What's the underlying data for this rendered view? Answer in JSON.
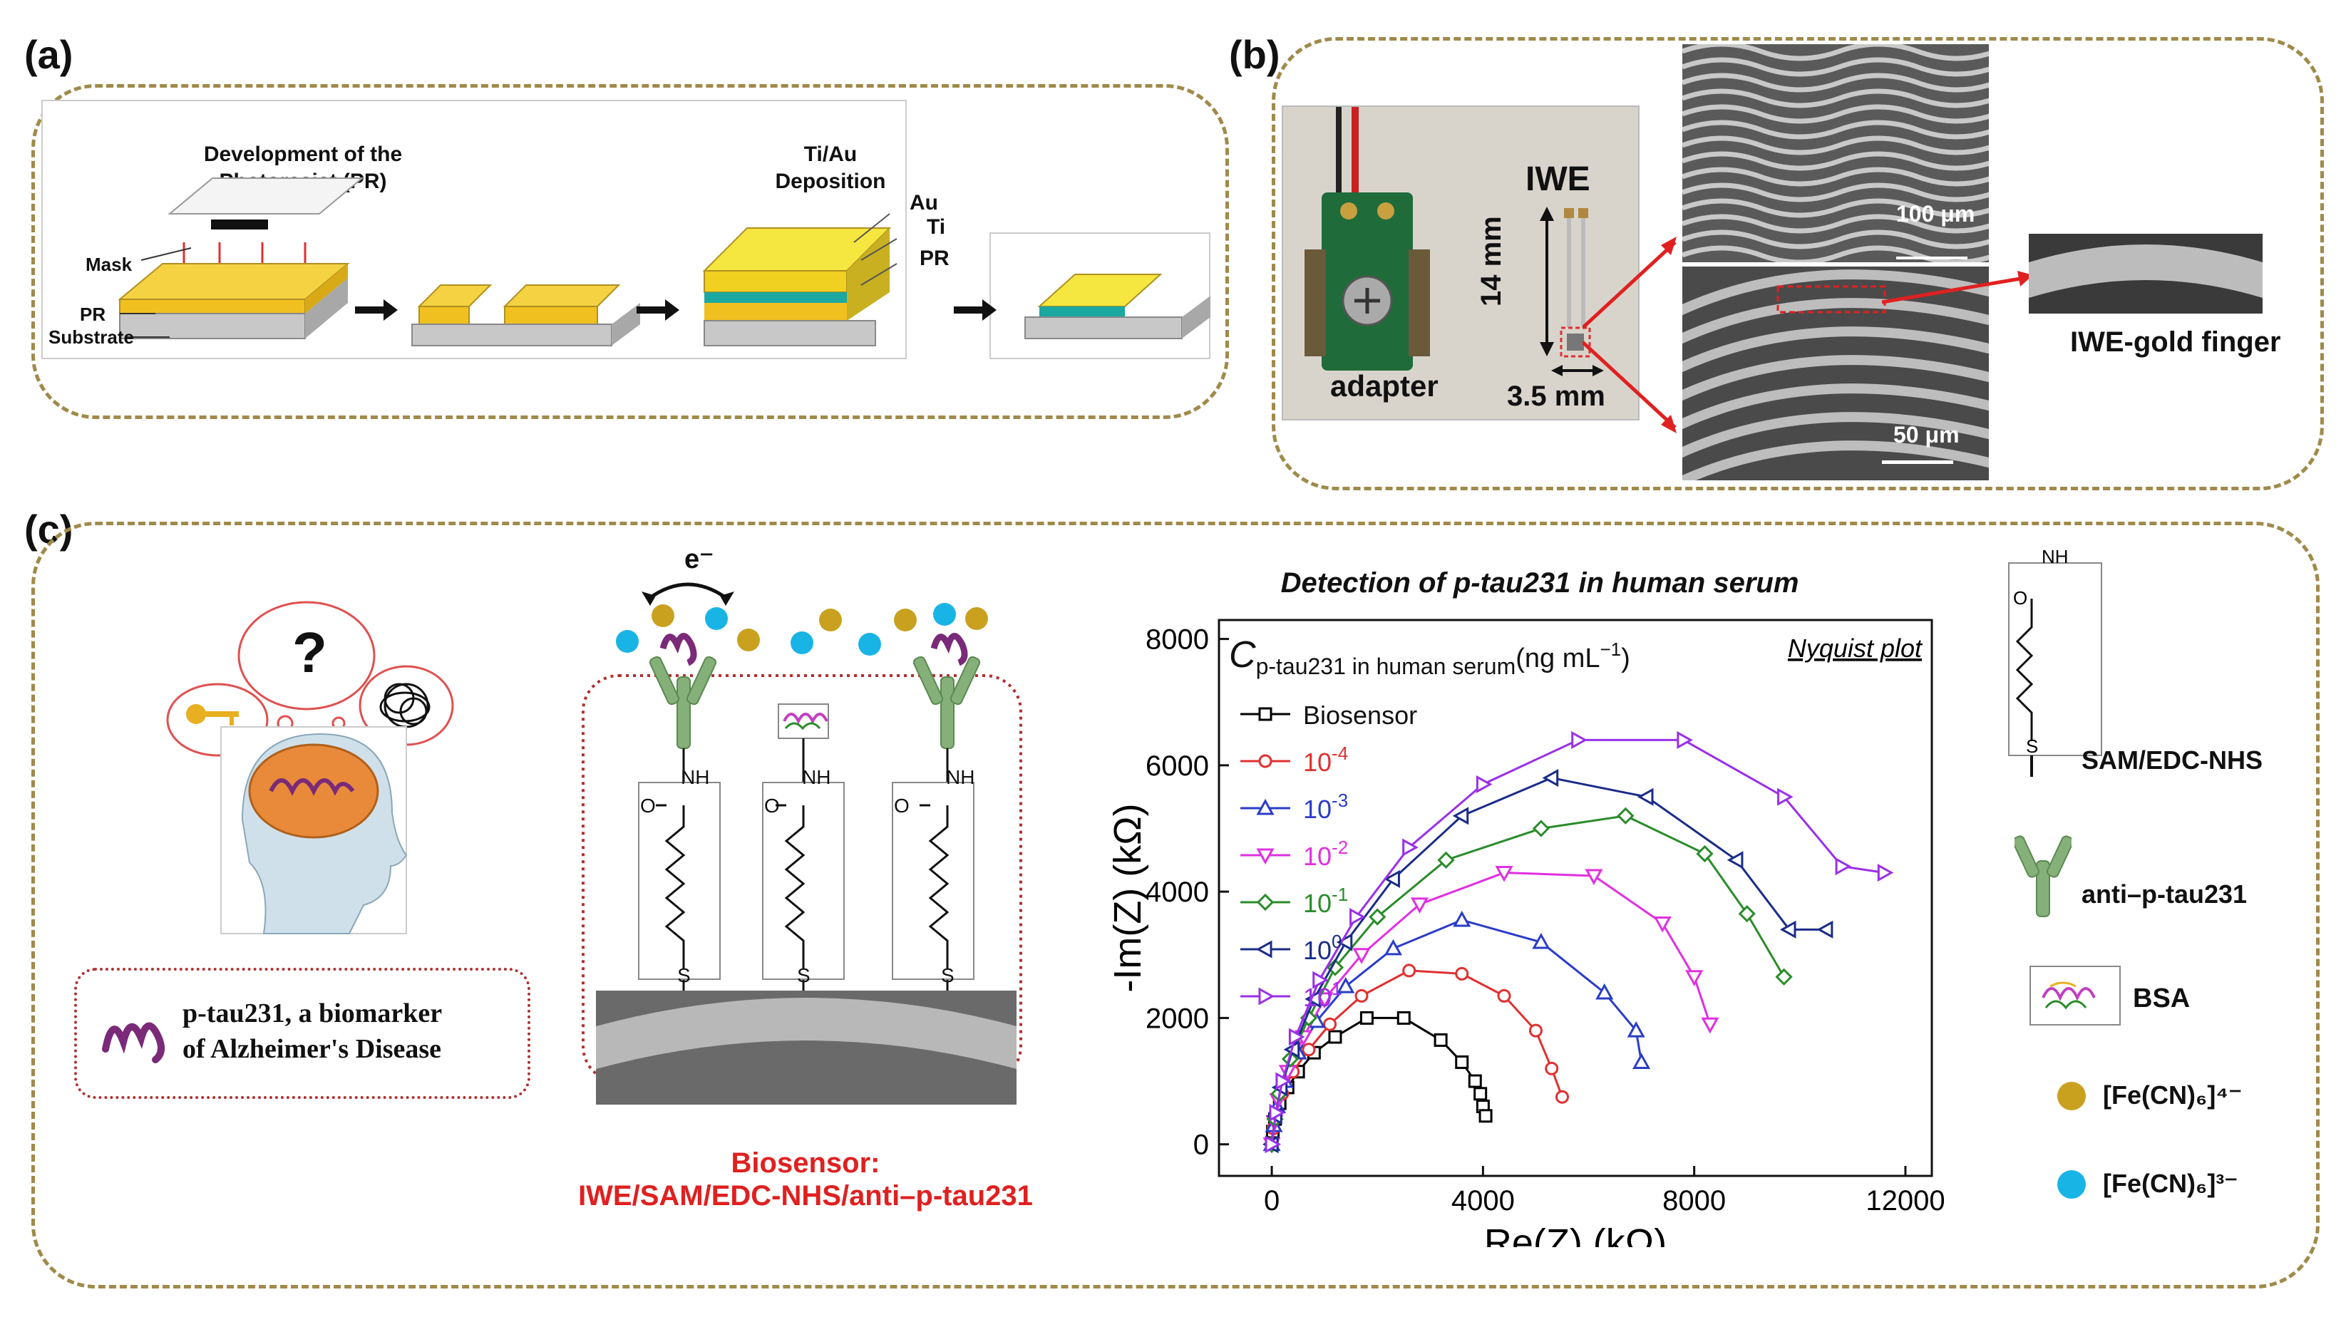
{
  "panels": {
    "a": {
      "label": "(a)",
      "step1_title": "Development of the Photoresist (PR)",
      "step3_title": "Ti/Au Deposition",
      "labels": {
        "mask": "Mask",
        "pr": "PR",
        "substrate": "Substrate",
        "au": "Au",
        "ti": "Ti",
        "pr2": "PR"
      }
    },
    "b": {
      "label": "(b)",
      "adapter_label": "adapter",
      "iwe_label": "IWE",
      "dim_height": "14 mm",
      "dim_width": "3.5 mm",
      "scale_100": "100 μm",
      "scale_50": "50 μm",
      "finger_label": "IWE-gold finger"
    },
    "c": {
      "label": "(c)",
      "question_mark": "?",
      "biomarker_line1": "p-tau231, a biomarker",
      "biomarker_line2": "of Alzheimer's Disease",
      "electron": "e⁻",
      "chem": {
        "nh": "NH",
        "o": "O",
        "s": "S"
      },
      "biosensor_title": "Biosensor:",
      "biosensor_desc": "IWE/SAM/EDC-NHS/anti–p-tau231",
      "legend_items": {
        "sam": "SAM/EDC-NHS",
        "anti": "anti–p-tau231",
        "bsa": "BSA",
        "fe4": "[Fe(CN)₆]⁴⁻",
        "fe3": "[Fe(CN)₆]³⁻"
      }
    }
  },
  "colors": {
    "panel_border": "#a08a4a",
    "gold": "#c9a11e",
    "cyan": "#19b4e6",
    "antibody": "#86b07a",
    "ptau": "#7a2a78",
    "red_text": "#e02020",
    "brain": "#e88a3a"
  },
  "chart_data": {
    "type": "scatter",
    "title": "Detection of p-tau231 in human serum",
    "annotation": "Nyquist plot",
    "legend_title_c": "C",
    "legend_title_sub": "p-tau231 in human serum",
    "legend_title_unit": "(ng mL",
    "legend_title_sup": "−1",
    "legend_title_close": ")",
    "xlabel": "Re(Z) (kΩ)",
    "ylabel": "-Im(Z) (kΩ)",
    "xlim": [
      -1000,
      12500
    ],
    "ylim": [
      -500,
      8300
    ],
    "xticks": [
      0,
      4000,
      8000,
      12000
    ],
    "yticks": [
      0,
      2000,
      4000,
      6000,
      8000
    ],
    "xtick_labels": [
      "0",
      "4000",
      "8000",
      "12000"
    ],
    "ytick_labels": [
      "0",
      "2000",
      "4000",
      "6000",
      "8000"
    ],
    "series": [
      {
        "name": "Biosensor",
        "base": "Biosensor",
        "exp": "",
        "color": "#000000",
        "marker": "square",
        "x": [
          0,
          20,
          60,
          150,
          300,
          500,
          800,
          1200,
          1800,
          2500,
          3200,
          3600,
          3850,
          3950,
          4000,
          4050
        ],
        "y": [
          0,
          200,
          400,
          650,
          900,
          1150,
          1450,
          1700,
          2000,
          2000,
          1650,
          1300,
          1000,
          800,
          600,
          450
        ]
      },
      {
        "name": "10-4",
        "base": "10",
        "exp": "-4",
        "color": "#e03030",
        "marker": "circle",
        "x": [
          0,
          30,
          80,
          200,
          400,
          700,
          1100,
          1700,
          2600,
          3600,
          4400,
          5000,
          5300,
          5500
        ],
        "y": [
          0,
          250,
          500,
          800,
          1150,
          1500,
          1900,
          2350,
          2750,
          2700,
          2350,
          1800,
          1200,
          750
        ]
      },
      {
        "name": "10-3",
        "base": "10",
        "exp": "-3",
        "color": "#2a3cc8",
        "marker": "triangle-up",
        "x": [
          0,
          40,
          100,
          250,
          500,
          850,
          1400,
          2300,
          3600,
          5100,
          6300,
          6900,
          7000
        ],
        "y": [
          0,
          300,
          600,
          1000,
          1450,
          1950,
          2500,
          3100,
          3550,
          3200,
          2400,
          1800,
          1300
        ]
      },
      {
        "name": "10-2",
        "base": "10",
        "exp": "-2",
        "color": "#e030e0",
        "marker": "triangle-down",
        "x": [
          0,
          50,
          120,
          300,
          600,
          1000,
          1700,
          2800,
          4400,
          6100,
          7400,
          8000,
          8300
        ],
        "y": [
          0,
          350,
          700,
          1150,
          1700,
          2300,
          3000,
          3800,
          4300,
          4250,
          3500,
          2650,
          1900
        ]
      },
      {
        "name": "10-1",
        "base": "10",
        "exp": "-1",
        "color": "#2a8c2a",
        "marker": "diamond",
        "x": [
          0,
          60,
          140,
          350,
          700,
          1200,
          2000,
          3300,
          5100,
          6700,
          8200,
          9000,
          9700
        ],
        "y": [
          0,
          400,
          800,
          1350,
          2000,
          2800,
          3600,
          4500,
          5000,
          5200,
          4600,
          3650,
          2650
        ]
      },
      {
        "name": "100",
        "base": "10",
        "exp": "0",
        "color": "#1a2c88",
        "marker": "triangle-left",
        "x": [
          0,
          70,
          170,
          400,
          800,
          1400,
          2300,
          3600,
          5300,
          7100,
          8800,
          9800,
          10500
        ],
        "y": [
          0,
          450,
          900,
          1500,
          2300,
          3200,
          4200,
          5200,
          5800,
          5500,
          4500,
          3400,
          3400
        ]
      },
      {
        "name": "101",
        "base": "10",
        "exp": "1",
        "color": "#9a30e8",
        "marker": "triangle-right",
        "x": [
          0,
          80,
          200,
          450,
          900,
          1600,
          2600,
          4000,
          5800,
          7800,
          9700,
          10800,
          11600
        ],
        "y": [
          0,
          500,
          1000,
          1700,
          2600,
          3600,
          4700,
          5700,
          6400,
          6400,
          5500,
          4400,
          4300
        ]
      }
    ],
    "grid": false,
    "legend_placement": "top-left"
  }
}
